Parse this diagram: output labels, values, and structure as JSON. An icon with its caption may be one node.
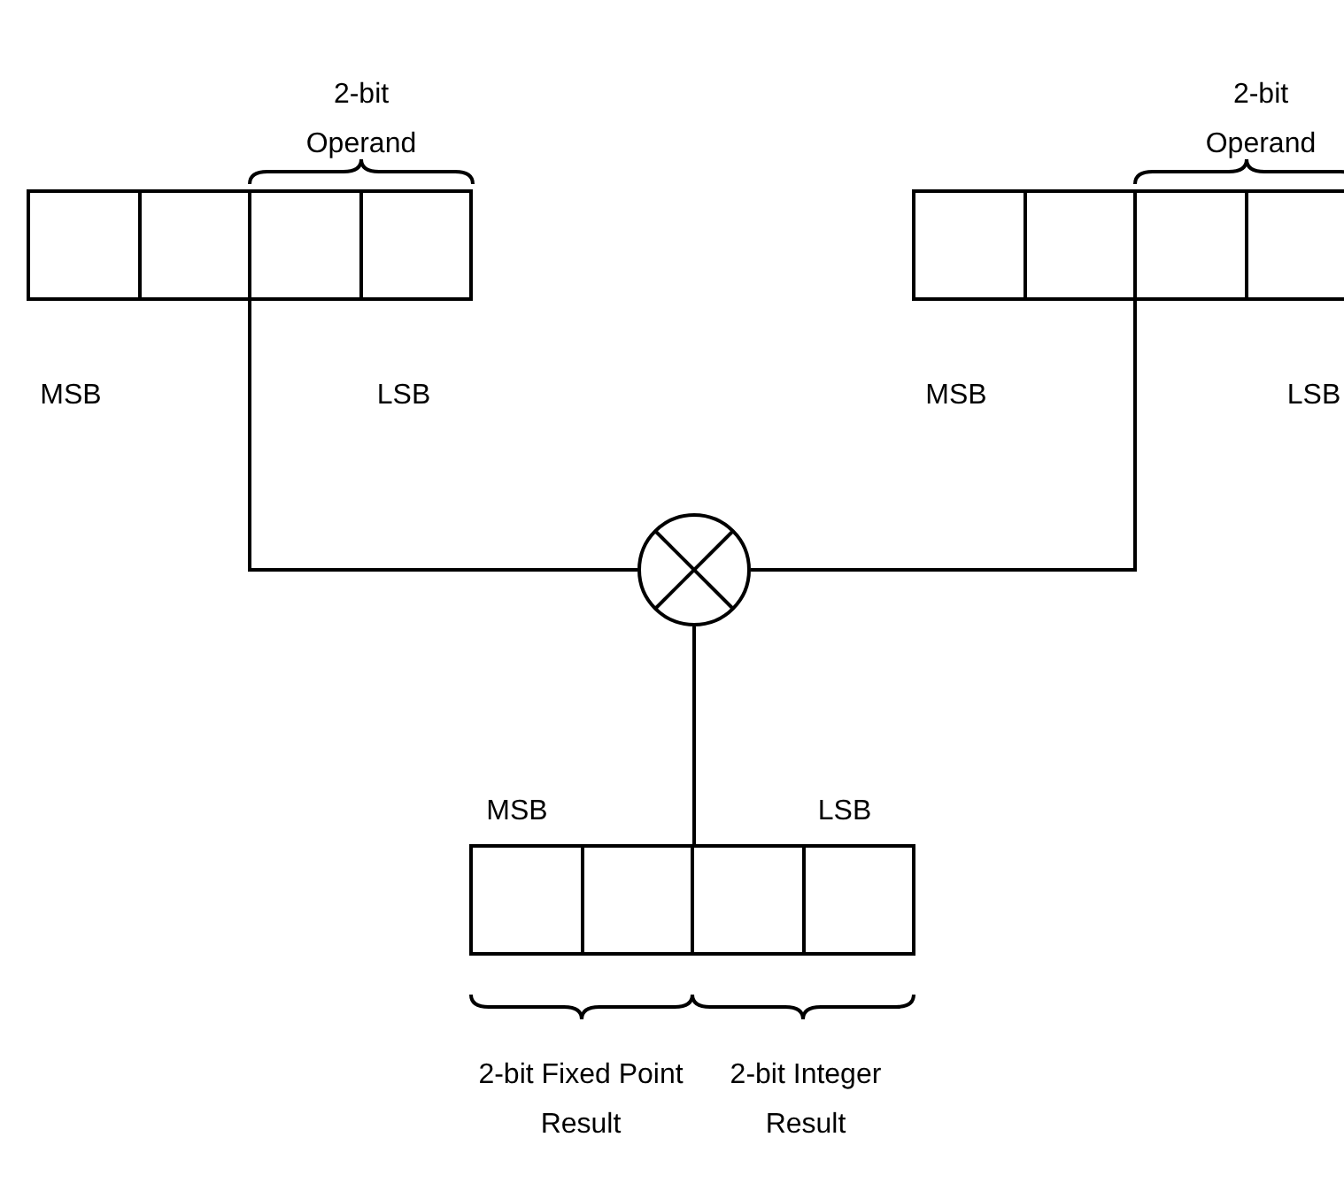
{
  "diagram": {
    "nodes": [
      {
        "text": [],
        "shape": "box"
      },
      {
        "text": [],
        "shape": "box"
      },
      {
        "text": [],
        "shape": "circle"
      },
      {
        "text": [],
        "shape": "box"
      }
    ],
    "edges": [
      {
        "from": 0,
        "to": 2,
        "arrow": "none"
      },
      {
        "from": 1,
        "to": 2,
        "arrow": "none"
      },
      {
        "from": 2,
        "to": 3,
        "arrow": "none"
      }
    ],
    "labels": [
      "2-bit Operand",
      "2-bit Operand",
      "MSB",
      "LSB",
      "MSB",
      "LSB",
      "MSB",
      "LSB",
      "2-bit Fixed Point Result",
      "2-bit Integer Result"
    ]
  }
}
